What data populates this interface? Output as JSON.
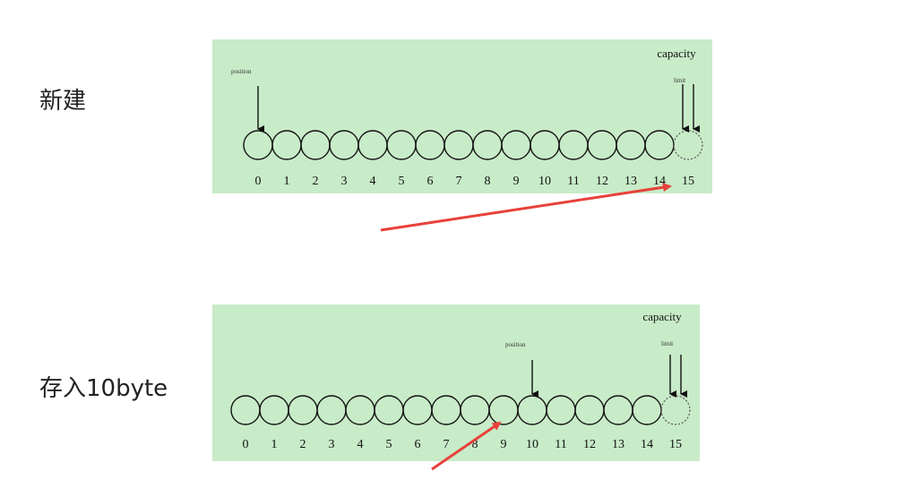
{
  "sections": [
    {
      "title": "新建",
      "labels": {
        "capacity": "capacity",
        "position": "position",
        "limit": "limit"
      },
      "indices": [
        "0",
        "1",
        "2",
        "3",
        "4",
        "5",
        "6",
        "7",
        "8",
        "9",
        "10",
        "11",
        "12",
        "13",
        "14",
        "15"
      ],
      "position_index": 0,
      "limit_index": 15,
      "capacity_index": 15
    },
    {
      "title": "存入10byte",
      "labels": {
        "capacity": "capacity",
        "position": "position",
        "limit": "limit"
      },
      "indices": [
        "0",
        "1",
        "2",
        "3",
        "4",
        "5",
        "6",
        "7",
        "8",
        "9",
        "10",
        "11",
        "12",
        "13",
        "14",
        "15"
      ],
      "position_index": 10,
      "limit_index": 15,
      "capacity_index": 15
    }
  ],
  "colors": {
    "panel": "#c8ebc8",
    "annotation_arrow": "#e8403a",
    "cell_stroke": "#111111",
    "dotted_cell_stroke": "#555555"
  }
}
